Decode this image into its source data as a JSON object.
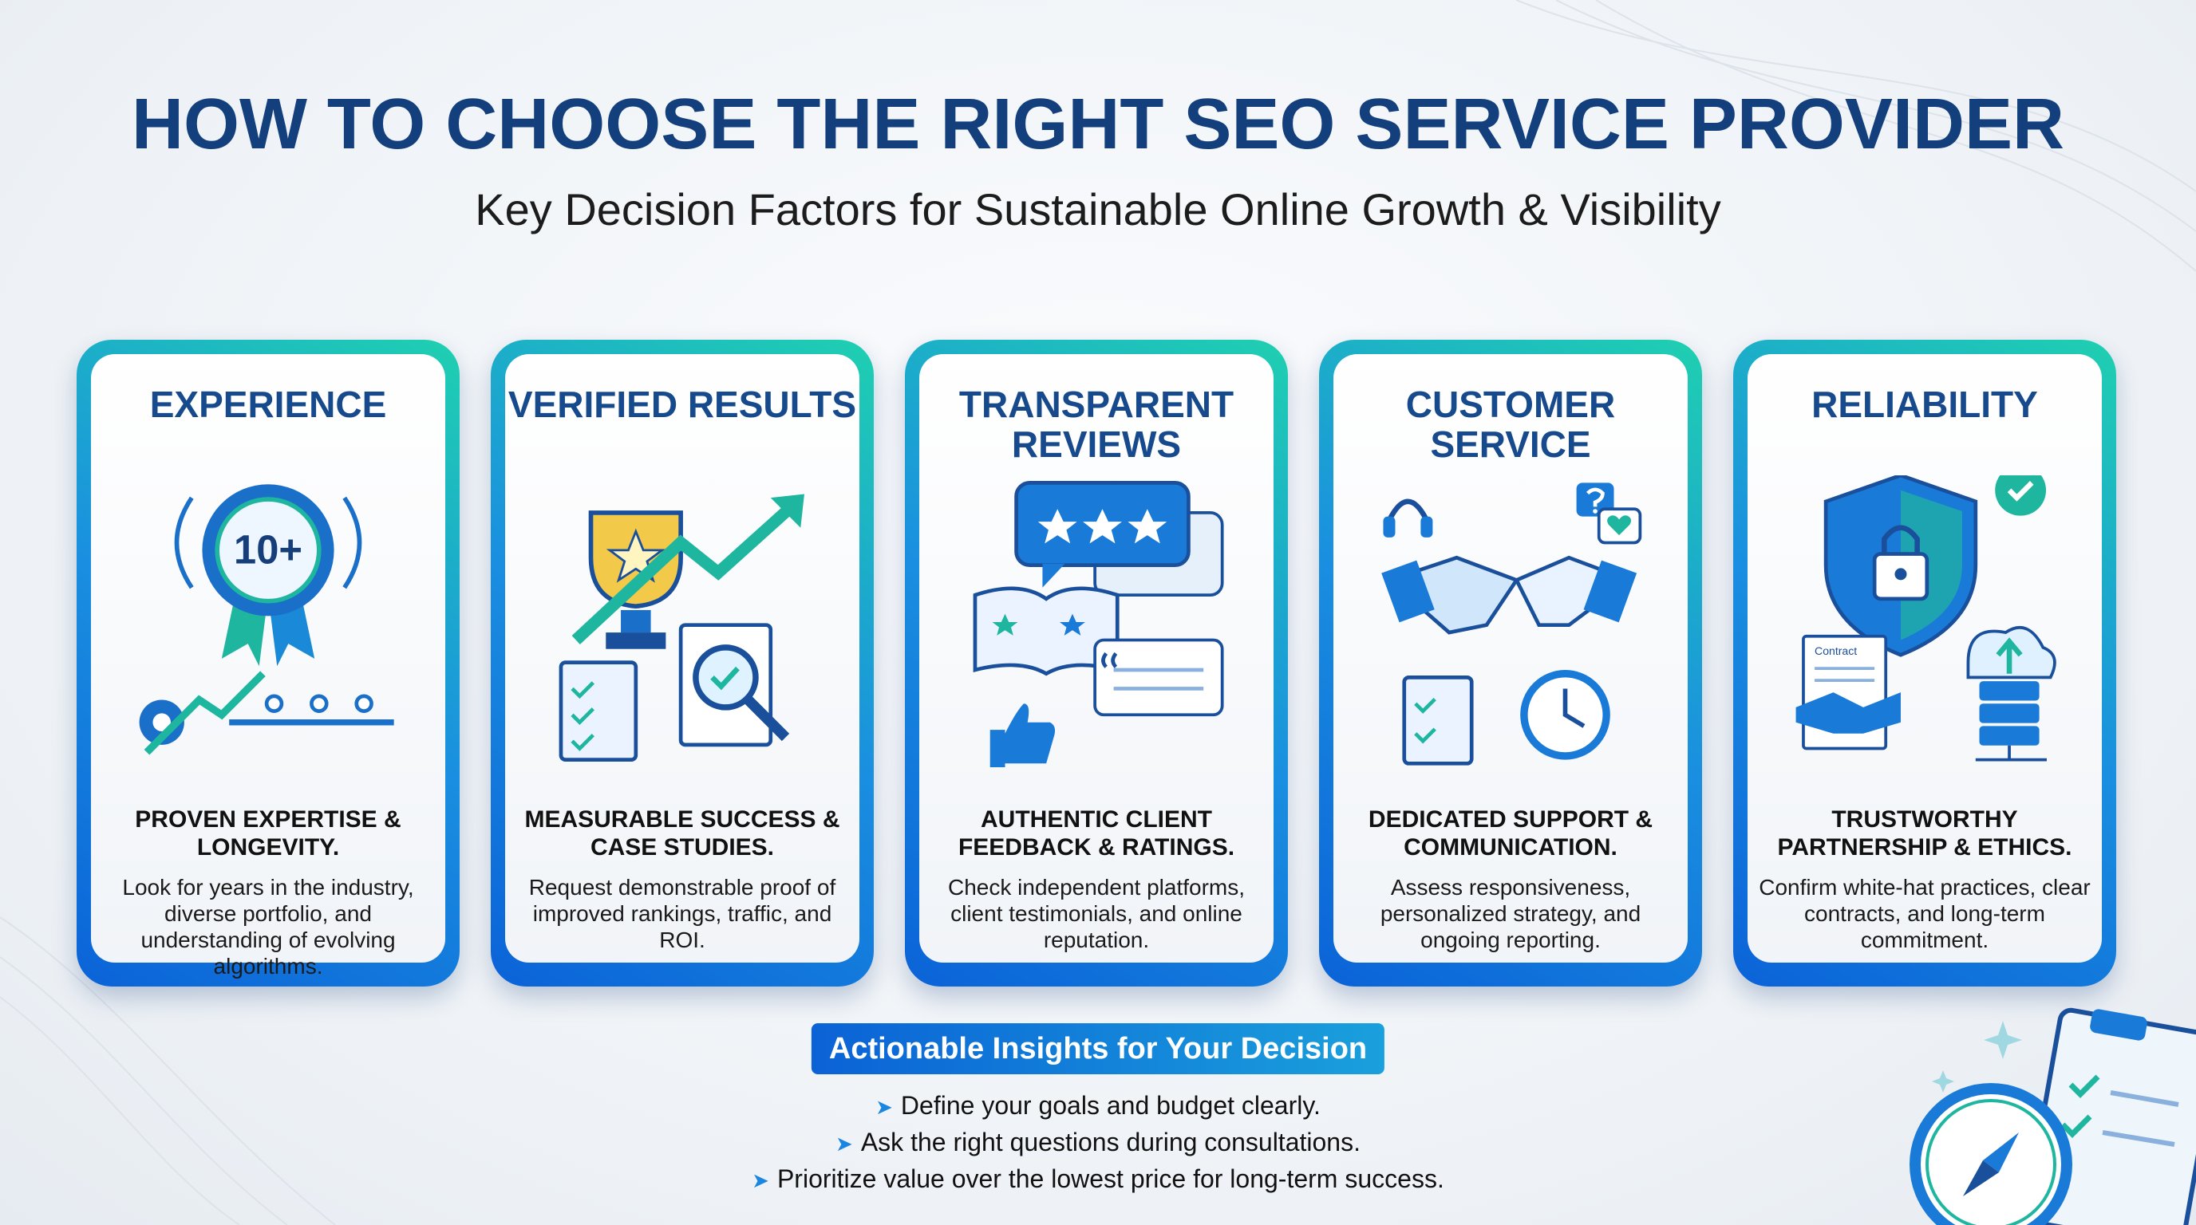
{
  "header": {
    "title": "HOW TO CHOOSE THE RIGHT SEO SERVICE PROVIDER",
    "subtitle": "Key Decision Factors for Sustainable Online Growth & Visibility"
  },
  "cards": [
    {
      "title": "EXPERIENCE",
      "badge": "10+",
      "subheading": "PROVEN EXPERTISE & LONGEVITY.",
      "description": "Look for years in the industry, diverse portfolio, and understanding of evolving algorithms.",
      "icon": "award-badge-icon"
    },
    {
      "title": "VERIFIED RESULTS",
      "subheading": "MEASURABLE SUCCESS & CASE STUDIES.",
      "description": "Request demonstrable proof of improved rankings, traffic, and ROI.",
      "icon": "trophy-icon"
    },
    {
      "title": "TRANSPARENT REVIEWS",
      "subheading": "AUTHENTIC CLIENT FEEDBACK & RATINGS.",
      "description": "Check independent platforms, client testimonials, and online reputation.",
      "icon": "review-stars-icon"
    },
    {
      "title": "CUSTOMER SERVICE",
      "subheading": "DEDICATED SUPPORT & COMMUNICATION.",
      "description": "Assess responsiveness, personalized strategy, and ongoing reporting.",
      "icon": "handshake-icon"
    },
    {
      "title": "RELIABILITY",
      "contract_label": "Contract",
      "subheading": "TRUSTWORTHY PARTNERSHIP & ETHICS.",
      "description": "Confirm white-hat practices, clear contracts, and long-term commitment.",
      "icon": "shield-lock-icon"
    }
  ],
  "insights": {
    "title": "Actionable Insights for Your Decision",
    "items": [
      "Define your goals and budget clearly.",
      "Ask the right questions during consultations.",
      "Prioritize value over the lowest price for long-term success."
    ]
  },
  "colors": {
    "title": "#133f7c",
    "card_gradient_start": "#0b63d8",
    "card_gradient_end": "#1fd0b0",
    "banner": "#0b62d6"
  }
}
